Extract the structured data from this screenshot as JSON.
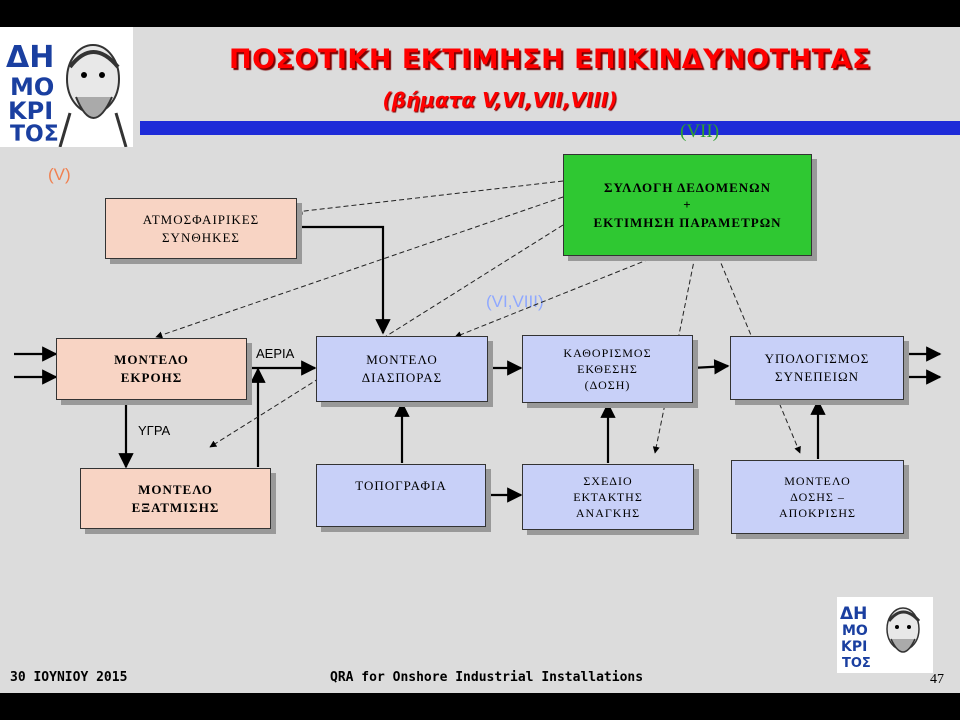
{
  "title": "ΠΟΣΟΤΙΚΗ ΕΚΤΙΜΗΣΗ ΕΠΙΚΙΝΔΥΝΟΤΗΤΑΣ",
  "subtitle": "(βήματα V,VI,VII,VIII)",
  "logo_text": "ΔΗΜΟΚΡΙΤΟΣ",
  "step_labels": {
    "v": "(V)",
    "vii": "(VII)",
    "vi_viii": "(VI,VIII)"
  },
  "flow_labels": {
    "gas": "ΑΕΡΙΑ",
    "liquid": "ΥΓΡΑ"
  },
  "boxes": {
    "data_collection": "ΣΥΛΛΟΓΗ ΔΕΔΟΜΕΝΩΝ\n+\nΕΚΤΙΜΗΣΗ ΠΑΡΑΜΕΤΡΩΝ",
    "atmospheric": "ΑΤΜΟΣΦΑΙΡΙΚΕΣ\nΣΥΝΘΗΚΕΣ",
    "release_model": "ΜΟΝΤΕΛΟ\nΕΚΡΟΗΣ",
    "dispersion_model": "ΜΟΝΤΕΛΟ\nΔΙΑΣΠΟΡΑΣ",
    "exposure": "ΚΑΘΟΡΙΣΜΟΣ\nΕΚΘΕΣΗΣ\n(ΔΟΣΗ)",
    "consequences": "ΥΠΟΛΟΓΙΣΜΟΣ\nΣΥΝΕΠΕΙΩΝ",
    "evaporation": "ΜΟΝΤΕΛΟ\nΕΞΑΤΜΙΣΗΣ",
    "topography": "ΤΟΠΟΓΡΑΦΙΑ",
    "emergency_plan": "ΣΧΕΔΙΟ\nΕΚΤΑΚΤΗΣ\nΑΝΑΓΚΗΣ",
    "dose_response": "ΜΟΝΤΕΛΟ\nΔΟΣΗΣ –\nΑΠΟΚΡΙΣΗΣ"
  },
  "footer": {
    "date": "30 ΙΟΥΝΙΟΥ 2015",
    "course": "QRA for Onshore Industrial Installations",
    "page": "47"
  },
  "colors": {
    "title": "#ff0000",
    "bar": "#1e2bd8",
    "pink_box": "#f8d4c4",
    "blue_box": "#c8d0f8",
    "green_box": "#2fc832",
    "step_v": "#f08050",
    "step_vii": "#2fa02f",
    "step_vi_viii": "#8fa8ff"
  }
}
